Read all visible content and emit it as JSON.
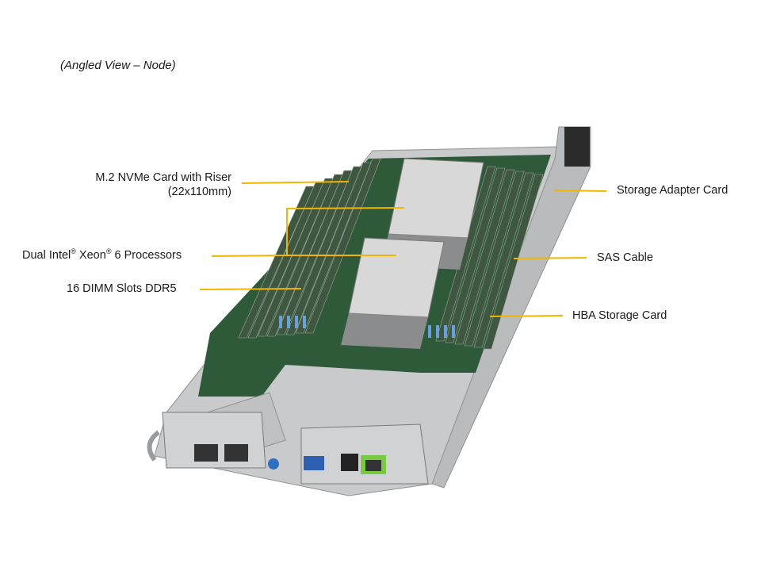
{
  "subtitle": "(Angled View – Node)",
  "colors": {
    "callout_line": "#f2b600",
    "background": "#ffffff",
    "text": "#1a1a1a",
    "chassis": "#c8cacb",
    "pcb": "#2f5a3a",
    "dimm": "#3f5640",
    "heatsink": "#8a8c8e",
    "rj45_green": "#7ac943",
    "vga_blue": "#2f5fb3"
  },
  "callouts": {
    "m2_nvme": {
      "line1": "M.2 NVMe Card with Riser",
      "line2": "(22x110mm)"
    },
    "processors": {
      "pre": "Dual Intel",
      "reg1": "®",
      "mid": " Xeon",
      "reg2": "®",
      "post": " 6 Processors"
    },
    "dimm": {
      "label": "16 DIMM Slots DDR5"
    },
    "storage_adapter": {
      "label": "Storage Adapter Card"
    },
    "sas_cable": {
      "label": "SAS Cable"
    },
    "hba": {
      "label": "HBA Storage Card"
    }
  },
  "image": {
    "alt": "Angled view of a server node with dual processors, DIMM slots and storage cards"
  }
}
